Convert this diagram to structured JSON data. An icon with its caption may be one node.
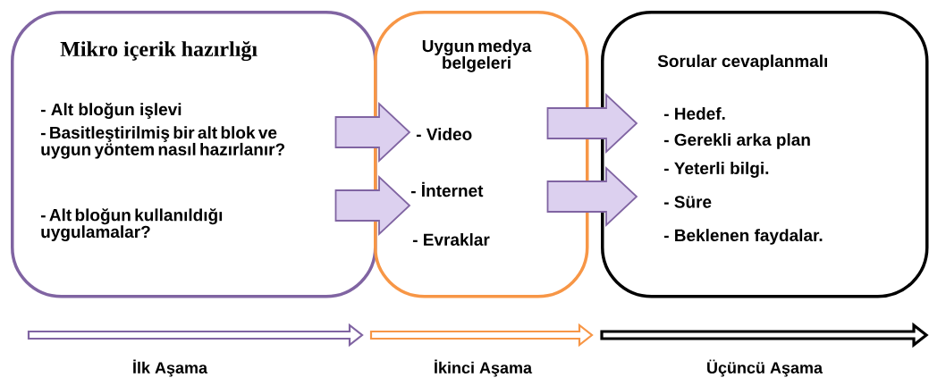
{
  "diagram": {
    "nodes": [
      {
        "text": [
          "Mikro içerik hazırlığı",
          "- Alt bloğun işlevi",
          "- Basitleştirilmiş bir alt blok ve uygun yöntem nasıl hazırlanır?",
          "- Alt bloğun kullanıldığı uygulamalar?"
        ]
      },
      {
        "text": [
          "Uygun medya belgeleri",
          "- Video",
          "- İnternet",
          "- Evraklar"
        ]
      },
      {
        "text": [
          "Sorular cevaplanmalı",
          "- Hedef.",
          "- Gerekli arka plan",
          "- Yeterli bilgi.",
          "- Süre",
          "- Beklenen faydalar."
        ]
      }
    ],
    "edges": [
      {
        "from": 0,
        "to": 1,
        "arrow": "to"
      },
      {
        "from": 0,
        "to": 1,
        "arrow": "to"
      },
      {
        "from": 1,
        "to": 2,
        "arrow": "to"
      },
      {
        "from": 1,
        "to": 2,
        "arrow": "to"
      }
    ],
    "labels": [
      "İlk Aşama",
      "İkinci Aşama",
      "Üçüncü Aşama"
    ]
  }
}
